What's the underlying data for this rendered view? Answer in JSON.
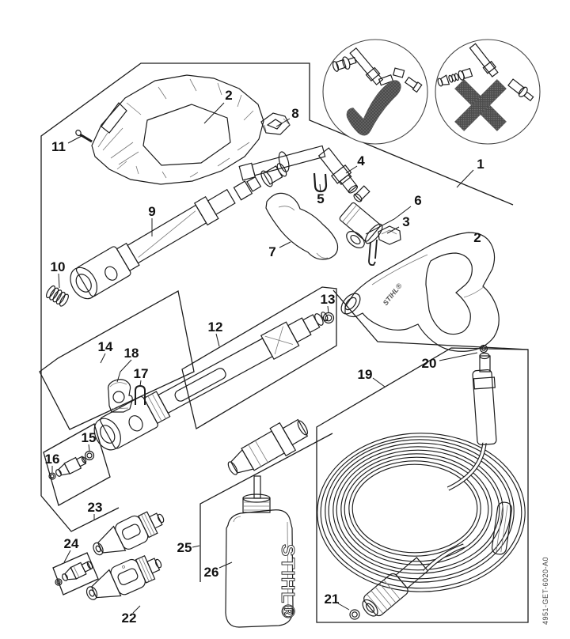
{
  "figure": {
    "doc_number": "4951-GET-6020-A0",
    "gun_logo": "STIHL®",
    "bottle_logo": "STIHL®",
    "callouts": [
      {
        "label": "2"
      },
      {
        "label": "8"
      },
      {
        "label": "11"
      },
      {
        "label": "4"
      },
      {
        "label": "1"
      },
      {
        "label": "5"
      },
      {
        "label": "6"
      },
      {
        "label": "3"
      },
      {
        "label": "9"
      },
      {
        "label": "2"
      },
      {
        "label": "7"
      },
      {
        "label": "10"
      },
      {
        "label": "13"
      },
      {
        "label": "12"
      },
      {
        "label": "14"
      },
      {
        "label": "18"
      },
      {
        "label": "17"
      },
      {
        "label": "19"
      },
      {
        "label": "20"
      },
      {
        "label": "15"
      },
      {
        "label": "16"
      },
      {
        "label": "23"
      },
      {
        "label": "24"
      },
      {
        "label": "22"
      },
      {
        "label": "25"
      },
      {
        "label": "26"
      },
      {
        "label": "21"
      }
    ]
  }
}
